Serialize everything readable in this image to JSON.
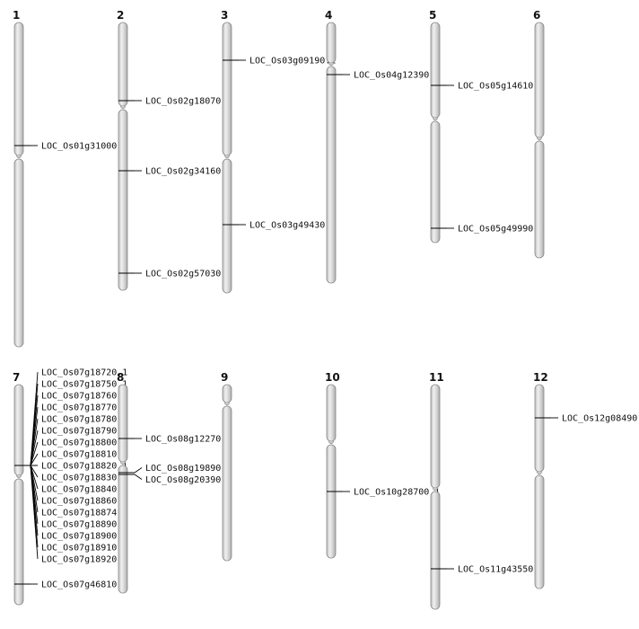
{
  "chromosomes": [
    {
      "name": "1",
      "length": 361,
      "centromere": 150,
      "genes": [
        {
          "id": "LOC_Os01g31000.1",
          "pos": 137
        }
      ]
    },
    {
      "name": "2",
      "length": 298,
      "centromere": 95,
      "genes": [
        {
          "id": "LOC_Os02g18070.1",
          "pos": 87
        },
        {
          "id": "LOC_Os02g34160.1",
          "pos": 165
        },
        {
          "id": "LOC_Os02g57030.1",
          "pos": 279
        }
      ]
    },
    {
      "name": "3",
      "length": 301,
      "centromere": 150,
      "genes": [
        {
          "id": "LOC_Os03g09190.1",
          "pos": 42
        },
        {
          "id": "LOC_Os03g49430.1",
          "pos": 225
        }
      ]
    },
    {
      "name": "4",
      "length": 290,
      "centromere": 47,
      "genes": [
        {
          "id": "LOC_Os04g12390.1",
          "pos": 58
        }
      ]
    },
    {
      "name": "5",
      "length": 245,
      "centromere": 108,
      "genes": [
        {
          "id": "LOC_Os05g14610.1",
          "pos": 70
        },
        {
          "id": "LOC_Os05g49990.1",
          "pos": 229
        }
      ]
    },
    {
      "name": "6",
      "length": 262,
      "centromere": 130,
      "genes": []
    },
    {
      "name": "7",
      "length": 245,
      "centromere": 103,
      "genes": [
        {
          "id": "LOC_Os07g18720.1",
          "pos": 90
        },
        {
          "id": "LOC_Os07g18750.1",
          "pos": 90
        },
        {
          "id": "LOC_Os07g18760.1",
          "pos": 90
        },
        {
          "id": "LOC_Os07g18770.1",
          "pos": 90
        },
        {
          "id": "LOC_Os07g18780.1",
          "pos": 90
        },
        {
          "id": "LOC_Os07g18790.1",
          "pos": 90
        },
        {
          "id": "LOC_Os07g18800.1",
          "pos": 90
        },
        {
          "id": "LOC_Os07g18810.1",
          "pos": 90
        },
        {
          "id": "LOC_Os07g18820.1",
          "pos": 90
        },
        {
          "id": "LOC_Os07g18830.1",
          "pos": 90
        },
        {
          "id": "LOC_Os07g18840.1",
          "pos": 90
        },
        {
          "id": "LOC_Os07g18860.1",
          "pos": 90
        },
        {
          "id": "LOC_Os07g18874.1",
          "pos": 90
        },
        {
          "id": "LOC_Os07g18890.1",
          "pos": 90
        },
        {
          "id": "LOC_Os07g18900.1",
          "pos": 90
        },
        {
          "id": "LOC_Os07g18910.1",
          "pos": 90
        },
        {
          "id": "LOC_Os07g18920.1",
          "pos": 90
        },
        {
          "id": "LOC_Os07g46810.1",
          "pos": 222
        }
      ]
    },
    {
      "name": "8",
      "length": 232,
      "centromere": 88,
      "genes": [
        {
          "id": "LOC_Os08g12270.1",
          "pos": 60
        },
        {
          "id": "LOC_Os08g19890.1",
          "pos": 98
        },
        {
          "id": "LOC_Os08g20390.1",
          "pos": 100
        }
      ]
    },
    {
      "name": "9",
      "length": 196,
      "centromere": 22,
      "genes": []
    },
    {
      "name": "10",
      "length": 193,
      "centromere": 65,
      "genes": [
        {
          "id": "LOC_Os10g28700.1",
          "pos": 119
        }
      ]
    },
    {
      "name": "11",
      "length": 250,
      "centromere": 117,
      "genes": [
        {
          "id": "LOC_Os11g43550.1",
          "pos": 205
        }
      ]
    },
    {
      "name": "12",
      "length": 227,
      "centromere": 99,
      "genes": [
        {
          "id": "LOC_Os12g08490.1",
          "pos": 37
        }
      ]
    }
  ],
  "colors": {
    "chromosome_fill": "#d4d4d4",
    "chromosome_highlight": "#f2f2f2",
    "chromosome_edge": "#7a7a7a",
    "line": "#000000",
    "text": "#111111"
  }
}
